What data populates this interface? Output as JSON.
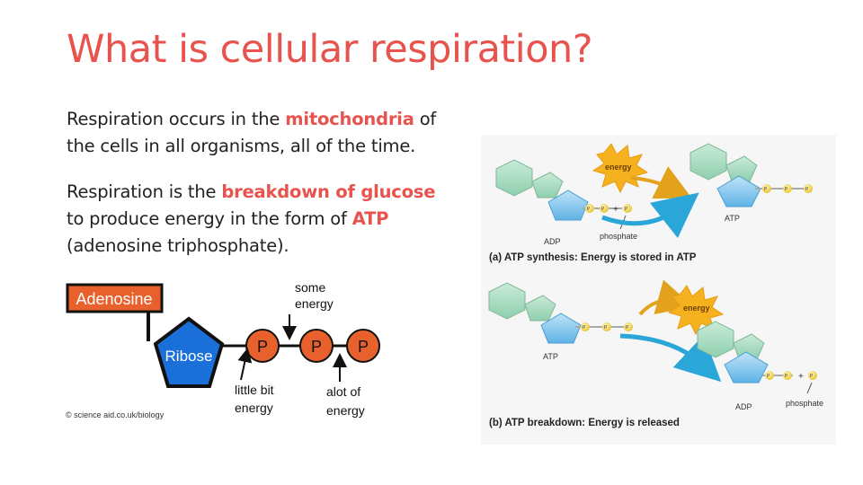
{
  "slide": {
    "title": "What is cellular respiration?",
    "para1": {
      "line1_before": "Respiration occurs in the ",
      "line1_highlight": "mitochondria",
      "line1_after": " of",
      "line2": "the cells in all organisms, all of the time."
    },
    "para2": {
      "line1_before": "Respiration is the ",
      "line1_highlight": "breakdown of glucose",
      "line2_before": "to produce energy in the form of ",
      "line2_highlight": "ATP",
      "line3": "(adenosine triphosphate)."
    }
  },
  "atp_diagram": {
    "adenosine_label": "Adenosine",
    "ribose_label": "Ribose",
    "phosphate_labels": [
      "P",
      "P",
      "P"
    ],
    "some_energy": [
      "some",
      "energy"
    ],
    "little_bit_energy": [
      "little bit",
      "energy"
    ],
    "alot_energy": [
      "alot of",
      "energy"
    ],
    "credit": "© science aid.co.uk/biology",
    "colors": {
      "adenosine": "#e8612c",
      "ribose": "#1a6fd8",
      "phosphate": "#e8612c"
    }
  },
  "atp_cycle": {
    "energy_label_a": "energy",
    "adp_label_a": "ADP",
    "phosphate_label_a": "phosphate",
    "atp_label_a": "ATP",
    "caption_a": "(a) ATP synthesis: Energy is stored in ATP",
    "energy_label_b": "energy",
    "atp_label_b": "ATP",
    "adp_label_b": "ADP",
    "phosphate_label_b": "phosphate",
    "caption_b": "(b) ATP breakdown: Energy is released",
    "p_glyph": "P",
    "plus": "+"
  }
}
